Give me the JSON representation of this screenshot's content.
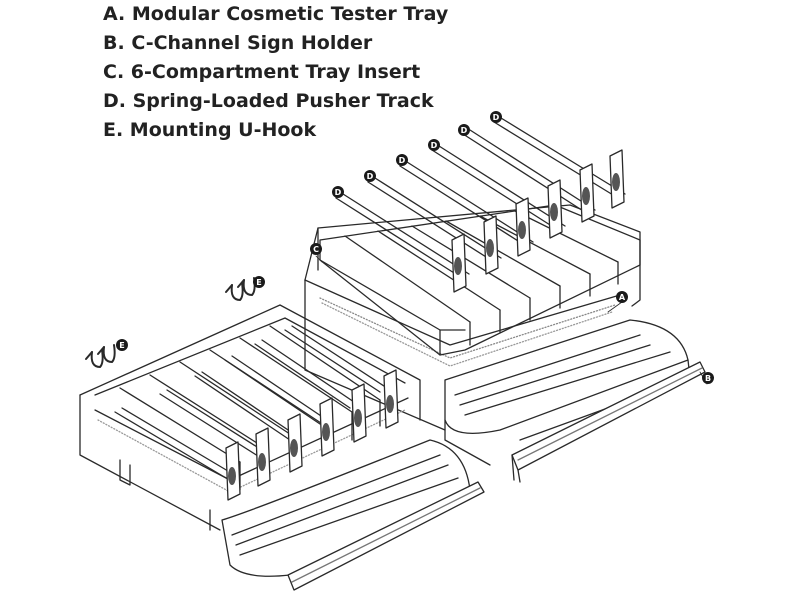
{
  "legend": {
    "items": [
      "A. Modular Cosmetic Tester Tray",
      "B. C-Channel Sign Holder",
      "C. 6-Compartment Tray Insert",
      "D. Spring-Loaded Pusher Track",
      "E. Mounting U-Hook"
    ]
  },
  "callouts": {
    "a": "A",
    "b": "B",
    "c": "C",
    "d": "D",
    "e": "E"
  },
  "colors": {
    "line": "#2a2a2a",
    "callout_fill": "#1a1a1a",
    "text": "#222222"
  }
}
